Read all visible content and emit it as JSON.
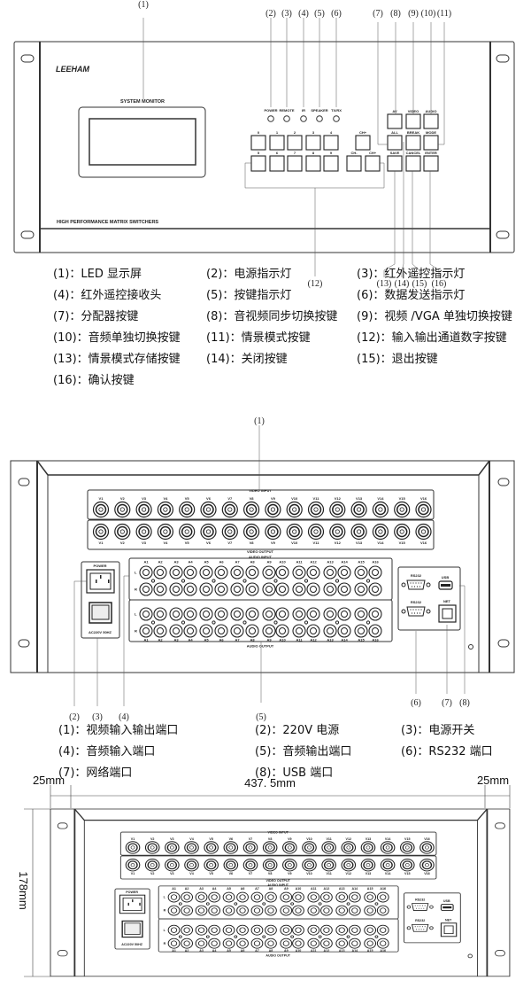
{
  "front": {
    "brand": "LEEHAM",
    "monitor_title": "SYSTEM MONITOR",
    "footer": "HIGH PERFORMANCE MATRIX SWITCHERS",
    "leds": [
      "POWER",
      "REMOTE",
      "IR",
      "SPEAKER",
      "TX/RX"
    ],
    "numbers_row1": [
      "0",
      "1",
      "2",
      "3",
      "4"
    ],
    "numbers_row2": [
      "5",
      "6",
      "7",
      "8",
      "9"
    ],
    "ch_top": "CH+",
    "ch_bottom": [
      "CH-",
      "CH+"
    ],
    "func_row1": [
      "AV",
      "VIDEO",
      "AUDIO"
    ],
    "func_row2": [
      "ALL",
      "BREAK",
      "MODE"
    ],
    "func_row3": [
      "SAVE",
      "CANCEL",
      "ENTER"
    ],
    "callouts_top": [
      "(1)",
      "(2)",
      "(3)",
      "(4)",
      "(5)",
      "(6)",
      "(7)",
      "(8)",
      "(9)",
      "(10)",
      "(11)"
    ],
    "callouts_bottom": [
      "(12)",
      "(13)",
      "(14)",
      "(15)",
      "(16)"
    ]
  },
  "front_legend": [
    "(1)：LED 显示屏",
    "(2)：电源指示灯",
    "(3)：红外遥控指示灯",
    "(4)：红外遥控接收头",
    "(5)：按键指示灯",
    "(6)：数据发送指示灯",
    "(7)：分配器按键",
    "(8)：音视频同步切换按键",
    "(9)：视频 /VGA 单独切换按键",
    "(10)：音频单独切换按键",
    "(11)：情景模式按键",
    "(12)：输入输出通道数字按键",
    "(13)：情景模式存储按键",
    "(14)：关闭按键",
    "(15)：退出按键",
    "(16)：确认按键"
  ],
  "rear": {
    "video_input_title": "VIDEO INPUT",
    "video_output_title": "VIDEO OUTPUT",
    "audio_input_title": "AUDIO INPUT",
    "audio_output_title": "AUDIO OUTPUT",
    "video_labels": [
      "V1",
      "V2",
      "V3",
      "V4",
      "V5",
      "V6",
      "V7",
      "V8",
      "V9",
      "V10",
      "V11",
      "V12",
      "V13",
      "V14",
      "V15",
      "V16"
    ],
    "audio_labels": [
      "A1",
      "A2",
      "A3",
      "A4",
      "A5",
      "A6",
      "A7",
      "A8",
      "A9",
      "A10",
      "A11",
      "A12",
      "A13",
      "A14",
      "A15",
      "A16"
    ],
    "lr": [
      "L",
      "R"
    ],
    "power_title": "POWER",
    "power_rating": "AC220V 50HZ",
    "rs232_a": "RS232",
    "rs232_b": "RS232",
    "usb": "USB",
    "net": "NET",
    "callouts": [
      "(1)",
      "(2)",
      "(3)",
      "(4)",
      "(5)",
      "(6)",
      "(7)",
      "(8)"
    ]
  },
  "rear_legend": [
    "(1)：视频输入输出端口",
    "(2)：220V 电源",
    "(3)：电源开关",
    "(4)：音频输入端口",
    "(5)：音频输出端口",
    "(6)：RS232 端口",
    "(7)：网络端口",
    "(8)：USB 端口"
  ],
  "dimensions": {
    "left_ear": "25mm",
    "width": "437. 5mm",
    "right_ear": "25mm",
    "height": "178mm"
  }
}
